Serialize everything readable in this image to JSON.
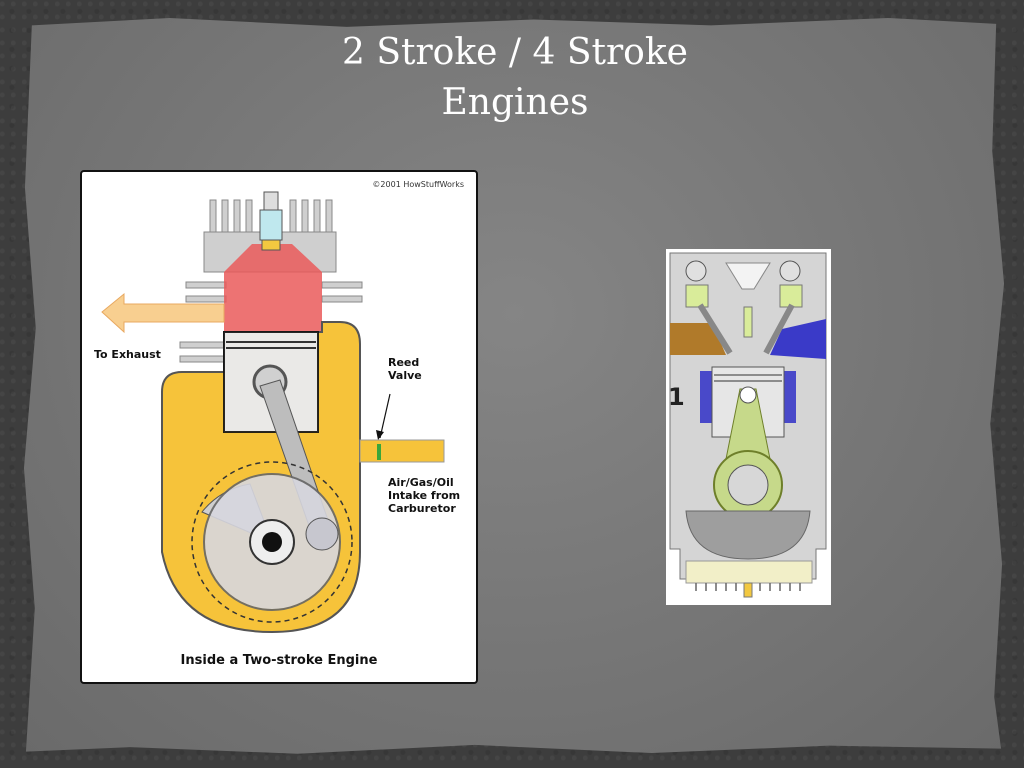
{
  "slide": {
    "title_line1": "2 Stroke  /  4 Stroke",
    "title_line2": "Engines"
  },
  "two_stroke_figure": {
    "copyright": "©2001 HowStuffWorks",
    "label_exhaust": "To Exhaust",
    "label_reed_valve_1": "Reed",
    "label_reed_valve_2": "Valve",
    "label_intake_1": "Air/Gas/Oil",
    "label_intake_2": "Intake from",
    "label_intake_3": "Carburetor",
    "caption": "Inside a Two-stroke Engine"
  },
  "four_stroke_figure": {
    "step_number": "1"
  },
  "colors": {
    "fuel_yellow": "#f6c33a",
    "combustion_red": "#ea5b5b",
    "metal_gray": "#cfcfcf",
    "rod_green": "#c6d98a",
    "intake_blue": "#3a3ac8",
    "exhaust_brown": "#b07a2a"
  }
}
